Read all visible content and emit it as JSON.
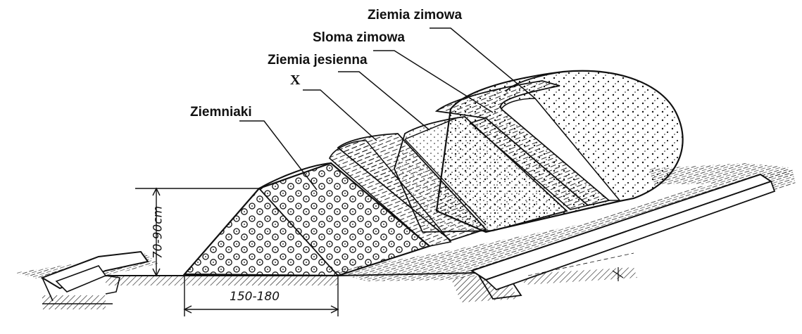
{
  "labels": {
    "ziemia_zimowa": "Ziemia zimowa",
    "sloma_zimowa": "Sloma zimowa",
    "ziemia_jesienna": "Ziemia jesienna",
    "x": "X",
    "ziemniaki": "Ziemniaki"
  },
  "dimensions": {
    "height": "70-90cm",
    "width": "150-180"
  },
  "colors": {
    "ink": "#111111",
    "paper": "#ffffff"
  }
}
